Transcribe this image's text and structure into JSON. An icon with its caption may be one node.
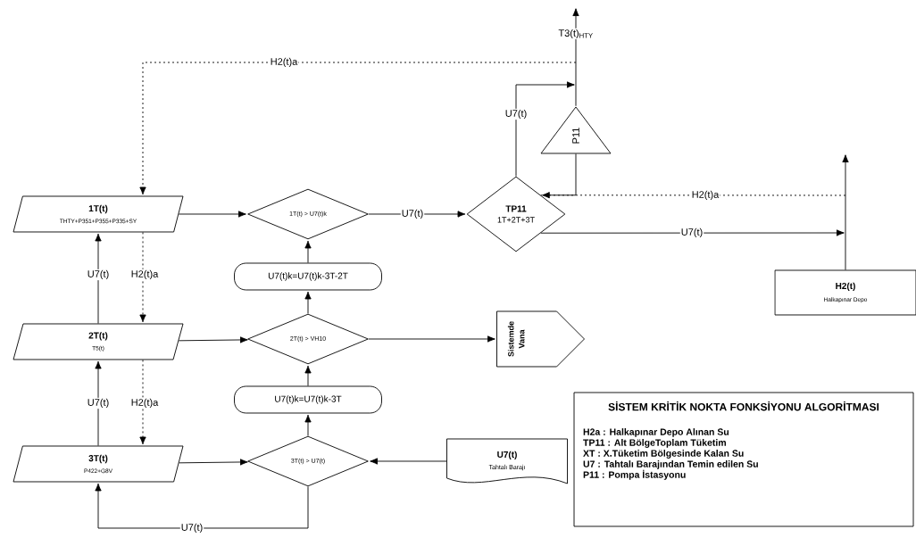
{
  "diagram": {
    "nodes": [
      {
        "text": [
          "1T(t)",
          "THTY+P351+P355+P335+SY"
        ]
      },
      {
        "text": [
          "2T(t)",
          "T5(t)"
        ]
      },
      {
        "text": [
          "3T(t)",
          "P422+G8V"
        ]
      },
      {
        "text": [
          "1T(t) > U7(t)k"
        ]
      },
      {
        "text": [
          "U7(t)k=U7(t)k-3T-2T"
        ]
      },
      {
        "text": [
          "2T(t) > VH10"
        ]
      },
      {
        "text": [
          "U7(t)k=U7(t)k-3T"
        ]
      },
      {
        "text": [
          "3T(t) > U7(t)"
        ]
      },
      {
        "text": [
          "TP11",
          "1T+2T+3T"
        ]
      },
      {
        "text": [
          "P11"
        ]
      },
      {
        "text": [
          "H2(t)",
          "Halkapınar Depo"
        ]
      },
      {
        "text": [
          "Sistemde",
          "Vana"
        ]
      },
      {
        "text": [
          "U7(t)",
          "Tahtalı Barajı"
        ]
      },
      {
        "text": [
          "SİSTEM KRİTİK NOKTA FONKSİYONU ALGORİTMASI",
          "H2a : Halkapınar Depo Alınan Su",
          "TP11 : Alt BölgeToplam Tüketim",
          "XT : X.Tüketim Bölgesinde Kalan Su",
          "U7 : Tahtalı Barajından Temin edilen Su",
          "P11 : Pompa İstasyonu"
        ]
      }
    ],
    "edges": [
      {
        "from": 0,
        "to": 3,
        "arrow": "to"
      },
      {
        "from": 3,
        "to": 8,
        "arrow": "to",
        "label": "U7(t)"
      },
      {
        "from": 1,
        "to": 5,
        "arrow": "to"
      },
      {
        "from": 2,
        "to": 7,
        "arrow": "to"
      },
      {
        "from": 12,
        "to": 7,
        "arrow": "to"
      },
      {
        "from": 7,
        "to": 6,
        "arrow": "to"
      },
      {
        "from": 6,
        "to": 5,
        "arrow": "to"
      },
      {
        "from": 5,
        "to": 4,
        "arrow": "to"
      },
      {
        "from": 4,
        "to": 3,
        "arrow": "to"
      },
      {
        "from": 5,
        "to": 11,
        "arrow": "to"
      },
      {
        "from": 7,
        "to": 2,
        "arrow": "to",
        "label": "U7(t)"
      },
      {
        "from": 2,
        "to": 1,
        "arrow": "to",
        "label": "U7(t)"
      },
      {
        "from": 1,
        "to": 0,
        "arrow": "to",
        "label": "U7(t)"
      },
      {
        "from": 0,
        "to": 1,
        "arrow": "to",
        "label": "H2(t)a",
        "style": "dashed"
      },
      {
        "from": 1,
        "to": 2,
        "arrow": "to",
        "label": "H2(t)a",
        "style": "dashed"
      },
      {
        "from": null,
        "to": 0,
        "arrow": "to",
        "label": "H2(t)a",
        "style": "dashed"
      },
      {
        "from": 8,
        "to": null,
        "arrow": "to",
        "label": "U7(t)"
      },
      {
        "from": 9,
        "to": 8,
        "arrow": "to"
      },
      {
        "from": 9,
        "to": null,
        "arrow": "to",
        "label": "T3(t)$_{HTY}$"
      },
      {
        "from": null,
        "to": 8,
        "arrow": "none",
        "label": "H2(t)a",
        "style": "dashed"
      },
      {
        "from": 8,
        "to": null,
        "arrow": "to",
        "label": "U7(t)"
      },
      {
        "from": 10,
        "to": null,
        "arrow": "to"
      }
    ]
  }
}
